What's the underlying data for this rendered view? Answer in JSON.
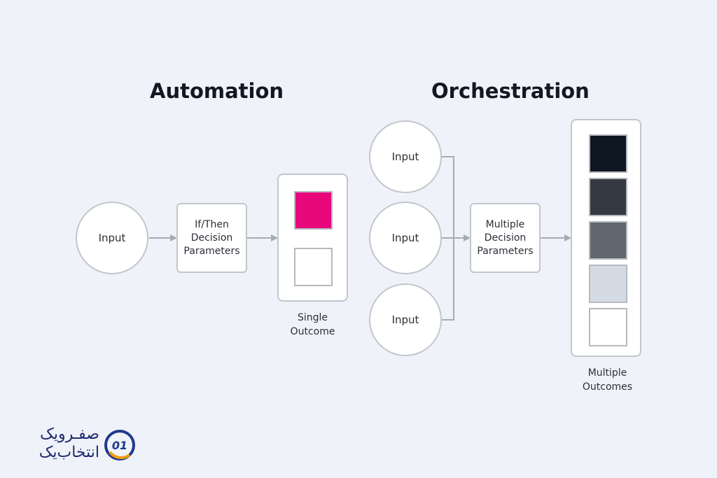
{
  "automation": {
    "title": "Automation",
    "input_label": "Input",
    "params_label": "If/Then\nDecision\nParameters",
    "outcome_caption": "Single\nOutcome",
    "outcome_colors": [
      "#e8087c",
      "#ffffff"
    ]
  },
  "orchestration": {
    "title": "Orchestration",
    "inputs": [
      "Input",
      "Input",
      "Input"
    ],
    "params_label": "Multiple\nDecision\nParameters",
    "outcome_caption": "Multiple\nOutcomes",
    "outcome_colors": [
      "#0f1723",
      "#353a42",
      "#62666e",
      "#d5dbe4",
      "#ffffff"
    ]
  },
  "logo": {
    "line1": "صفـرویک",
    "line2": "انتخاب‌یک",
    "mark": "01",
    "colors": {
      "blue": "#1e3a8a",
      "orange": "#f59e0b"
    }
  }
}
